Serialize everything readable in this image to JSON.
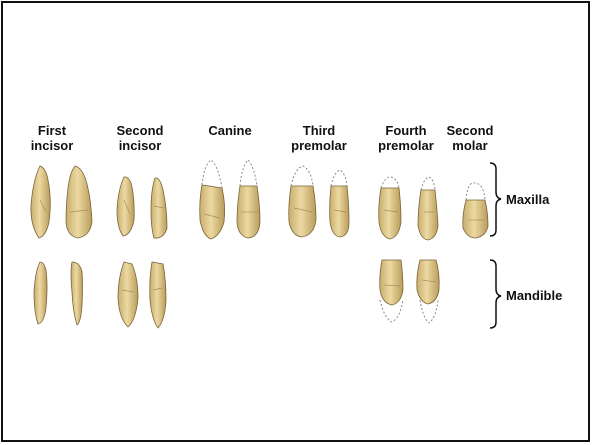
{
  "columns": [
    {
      "line1": "First",
      "line2": "incisor"
    },
    {
      "line1": "Second",
      "line2": "incisor"
    },
    {
      "line1": "Canine",
      "line2": ""
    },
    {
      "line1": "Third",
      "line2": "premolar"
    },
    {
      "line1": "Fourth",
      "line2": "premolar"
    },
    {
      "line1": "Second",
      "line2": "molar"
    }
  ],
  "rows": {
    "upper": "Maxilla",
    "lower": "Mandible"
  },
  "colors": {
    "tooth_fill": "#dcc58c",
    "tooth_shadow": "#b59a5c",
    "tooth_light": "#f0e0b0",
    "outline": "#6b5a35",
    "dotted": "#888888"
  }
}
